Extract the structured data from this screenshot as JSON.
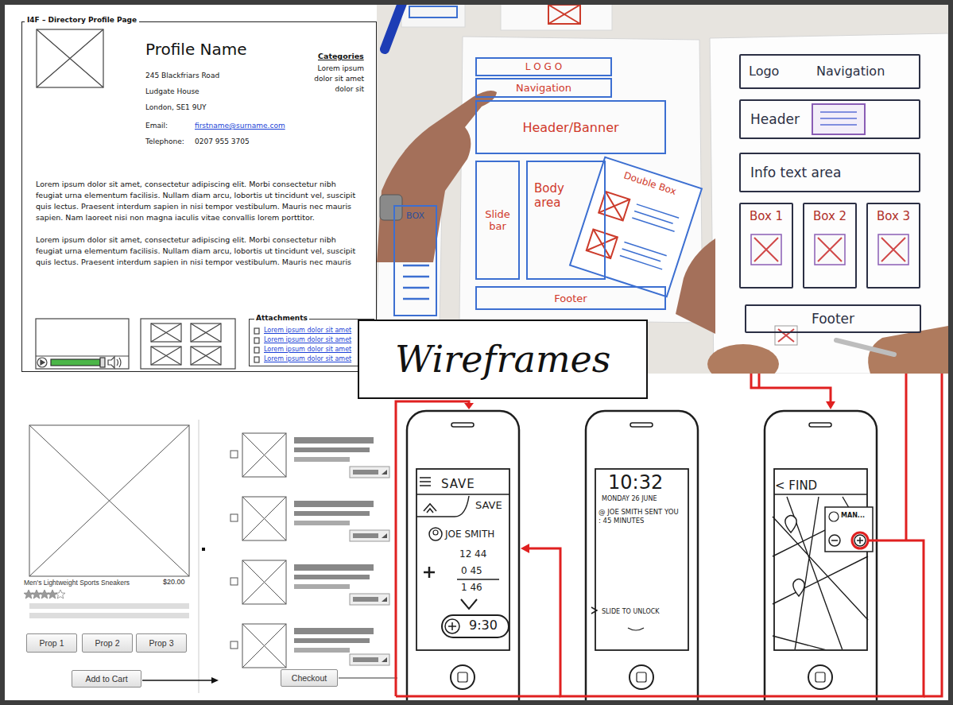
{
  "diagram": {
    "nodes": [
      {
        "text": [
          "I4F – Directory Profile Page",
          "Profile Name",
          "245 Blackfriars Road",
          "Ludgate House",
          "London, SE1 9UY",
          "Email:",
          "firstname@surname.com",
          "Telephone:",
          "0207 955 3705",
          "Categories",
          "Lorem ipsum dolor sit amet dolor sit",
          "Lorem ipsum dolor sit amet, consectetur adipiscing elit. Morbi consectetur nibh feugiat urna elementum facilisis. Nullam diam arcu, lobortis ut tincidunt vel, suscipit quis lectus. Praesent interdum sapien in nisi tempor vestibulum. Mauris nec mauris sapien. Nam laoreet nisi non magna iaculis vitae convallis lorem porttitor.",
          "Lorem ipsum dolor sit amet, consectetur adipiscing elit. Morbi consectetur nibh feugiat urna elementum facilisis. Nullam diam arcu, lobortis ut tincidunt vel, suscipit quis lectus. Praesent interdum sapien in nisi tempor vestibulum. Mauris nec mauris"
        ]
      },
      {
        "text": [
          "Attachments",
          "Lorem ipsum dolor sit amet",
          "Lorem ipsum dolor sit amet",
          "Lorem ipsum dolor sit amet",
          "Lorem ipsum dolor sit amet"
        ],
        "in": 0
      },
      {
        "text": [
          "L O G O"
        ]
      },
      {
        "text": [
          "Navigation"
        ]
      },
      {
        "text": [
          "Header/Banner"
        ]
      },
      {
        "text": [
          "BOX"
        ]
      },
      {
        "text": [
          "Slide bar"
        ]
      },
      {
        "text": [
          "Body area"
        ]
      },
      {
        "text": [
          "Double Box"
        ]
      },
      {
        "text": [
          "Footer"
        ]
      },
      {
        "text": [
          "Logo",
          "Navigation"
        ]
      },
      {
        "text": [
          "Header"
        ]
      },
      {
        "text": [
          "Info text area"
        ]
      },
      {
        "text": [
          "Box 1"
        ]
      },
      {
        "text": [
          "Box 2"
        ]
      },
      {
        "text": [
          "Box 3"
        ]
      },
      {
        "text": [
          "Footer"
        ]
      },
      {
        "text": [
          "Wireframes"
        ]
      },
      {
        "text": [
          "Prop 1"
        ]
      },
      {
        "text": [
          "Prop 2"
        ]
      },
      {
        "text": [
          "Prop 3"
        ]
      },
      {
        "text": [
          "Add to Cart"
        ]
      },
      {
        "text": [
          "Checkout"
        ]
      },
      {
        "text": [
          "SAVE",
          "SAVE",
          "JOE SMITH",
          "12 44",
          "0 45",
          "1 46",
          "9:30"
        ]
      },
      {
        "text": [
          "10:32",
          "MONDAY 26 JUNE",
          "@ JOE SMITH SENT YOU : 45 MINUTES",
          "SLIDE TO UNLOCK"
        ]
      },
      {
        "text": [
          "< FIND",
          "MAN..."
        ]
      }
    ],
    "edges": [
      {
        "from": 25,
        "to": 23,
        "arrow": "to"
      }
    ],
    "labels": [
      "Men's Lightweight Sports Sneakers",
      "$20.00"
    ]
  }
}
